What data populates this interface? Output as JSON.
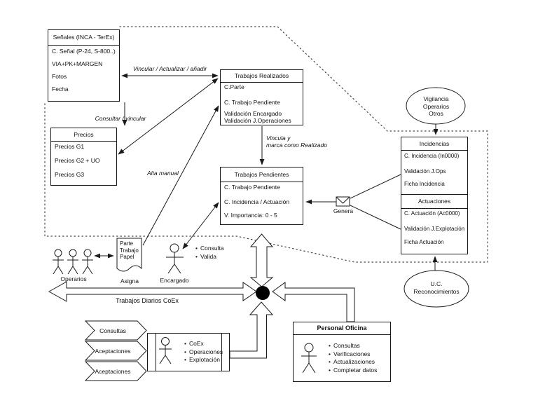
{
  "colors": {
    "line": "#1a1a1a",
    "background": "#ffffff",
    "dotted_boundary": "#444444"
  },
  "senales": {
    "title": "Señales (INCA - TerEx)",
    "rows": [
      "C. Señal (P-24, S-800..)",
      "VIA+PK+MARGEN",
      "Fotos",
      "Fecha"
    ]
  },
  "precios": {
    "title": "Precios",
    "rows": [
      "Precios G1",
      "Precios G2 + UO",
      "Precios G3"
    ]
  },
  "trabajos_realizados": {
    "title": "Trabajos Realizados",
    "rows": [
      "C.Parte",
      "C. Trabajo Pendiente",
      "Validación Encargado",
      "Validación J.Operaciones"
    ]
  },
  "trabajos_pendientes": {
    "title": "Trabajos Pendientes",
    "rows": [
      "C. Trabajo Pendiente",
      "C. Incidencia / Actuación",
      "V. Importancia: 0 - 5"
    ]
  },
  "incidencias": {
    "title": "Incidencias",
    "rows": [
      "C. Incidencia (In0000)",
      "Validación J.Ops",
      "Ficha Incidencia"
    ],
    "subtitle": "Actuaciones",
    "rows2": [
      "C. Actuación (Ac0000)",
      "Validación J.Explotación",
      "Ficha Actuación"
    ]
  },
  "vigilancia": {
    "lines": [
      "Vigilancia",
      "Operarios",
      "Otros"
    ]
  },
  "uc_reconocimientos": {
    "lines": [
      "U.C.",
      "Reconocimientos"
    ]
  },
  "edge_labels": {
    "vincular": "Vincular / Actualizar / añadir",
    "consultar": "Consultar / vincular",
    "alta_manual": "Alta manual",
    "vincula_1": "Vincula y",
    "vincula_2": "marca como Realizado",
    "genera": "Genera",
    "trabajos_diarios": "Trabajos Diarios CoEx"
  },
  "actors": {
    "operarios_label": "Operarios",
    "asigna_label": "Asigna",
    "encargado_label": "Encargado",
    "encargado_bullets": [
      "Consulta",
      "Valida"
    ]
  },
  "parte_trabajo_papel": {
    "lines": [
      "Parte",
      "Trabajo",
      "Papel"
    ]
  },
  "chevrons": {
    "items": [
      "Consultas",
      "Aceptaciones",
      "Aceptaciones"
    ]
  },
  "coex_unit": {
    "bullets": [
      "CoEx",
      "Operaciones",
      "Explotación"
    ]
  },
  "personal_oficina": {
    "title": "Personal Oficina",
    "bullets": [
      "Consultas",
      "Verificaciones",
      "Actualizaciones",
      "Completar datos"
    ]
  },
  "icons": {
    "envelope-icon": "✉",
    "paper-document-icon": "📄",
    "stick-figure-icon": "人",
    "junction-node": "●"
  }
}
